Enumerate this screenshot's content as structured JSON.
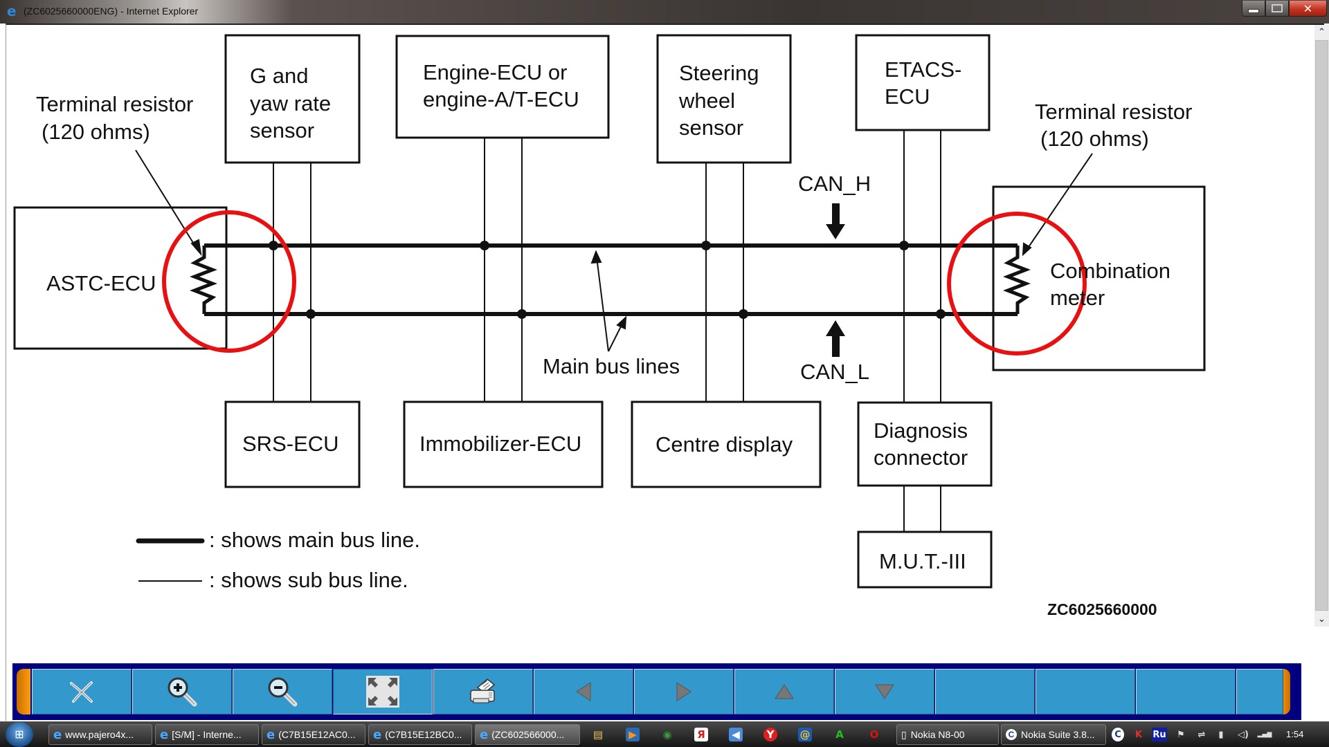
{
  "window": {
    "title": "(ZC6025660000ENG) - Internet Explorer",
    "app_icon": "internet-explorer-icon",
    "controls": {
      "minimize": "minimize-icon",
      "maximize": "maximize-icon",
      "close": "close-icon",
      "close_glyph": "✕"
    }
  },
  "scrollbar": {
    "up_glyph": "⌃",
    "down_glyph": "⌄"
  },
  "diagram": {
    "title_code": "ZC6025660000",
    "nodes": {
      "astc": {
        "label": [
          "ASTC-ECU"
        ]
      },
      "g_yaw": {
        "label": [
          "G and",
          "yaw rate",
          "sensor"
        ]
      },
      "engine": {
        "label": [
          "Engine-ECU or",
          "engine-A/T-ECU"
        ]
      },
      "steering": {
        "label": [
          "Steering",
          "wheel",
          "sensor"
        ]
      },
      "etacs": {
        "label": [
          "ETACS-",
          "ECU"
        ]
      },
      "combination": {
        "label": [
          "Combination",
          "meter"
        ]
      },
      "srs": {
        "label": [
          "SRS-ECU"
        ]
      },
      "immobilizer": {
        "label": [
          "Immobilizer-ECU"
        ]
      },
      "centre_display": {
        "label": [
          "Centre display"
        ]
      },
      "diagnosis": {
        "label": [
          "Diagnosis",
          "connector"
        ]
      },
      "mut": {
        "label": [
          "M.U.T.-III"
        ]
      }
    },
    "annotations": {
      "terminal_left": [
        "Terminal resistor",
        "(120 ohms)"
      ],
      "terminal_right": [
        "Terminal resistor",
        "(120 ohms)"
      ],
      "can_h": "CAN_H",
      "can_l": "CAN_L",
      "main_bus_lines": "Main bus lines"
    },
    "legend": {
      "main": ": shows main bus line.",
      "sub": ": shows sub bus line."
    },
    "highlight_color": "#e81010"
  },
  "toolbar": {
    "buttons": [
      {
        "name": "close-view-button",
        "icon": "x-icon"
      },
      {
        "name": "zoom-in-button",
        "icon": "zoom-in-icon"
      },
      {
        "name": "zoom-out-button",
        "icon": "zoom-out-icon"
      },
      {
        "name": "fit-to-window-button",
        "icon": "fit-window-icon"
      },
      {
        "name": "print-button",
        "icon": "printer-icon"
      },
      {
        "name": "previous-button",
        "icon": "arrow-left-icon"
      },
      {
        "name": "next-button",
        "icon": "arrow-right-icon"
      },
      {
        "name": "scroll-up-button",
        "icon": "arrow-up-icon"
      },
      {
        "name": "scroll-down-button",
        "icon": "arrow-down-icon"
      },
      {
        "name": "blank-button-1",
        "icon": ""
      },
      {
        "name": "blank-button-2",
        "icon": ""
      },
      {
        "name": "blank-button-3",
        "icon": ""
      },
      {
        "name": "blank-button-4",
        "icon": ""
      }
    ],
    "button_color": "#3398cc",
    "bar_color": "#000080",
    "cap_color": "#ff9d10"
  },
  "taskbar": {
    "tasks": [
      {
        "label": "www.pajero4x...",
        "icon": "ie"
      },
      {
        "label": "[S/M] - Interne...",
        "icon": "ie"
      },
      {
        "label": "(C7B15E12AC0...",
        "icon": "ie"
      },
      {
        "label": "(C7B15E12BC0...",
        "icon": "ie"
      },
      {
        "label": "(ZC602566000...",
        "icon": "ie",
        "active": true
      }
    ],
    "ie_glyph": "e",
    "quick_launch": [
      {
        "name": "file-manager-icon",
        "glyph": "▤",
        "color": "#e8c860"
      },
      {
        "name": "media-player-icon",
        "glyph": "▶",
        "color": "#ff9020"
      },
      {
        "name": "chrome-icon",
        "glyph": "◉",
        "color": "#3a9a3a"
      },
      {
        "name": "yandex-icon",
        "glyph": "Я",
        "color": "#d02020"
      },
      {
        "name": "speaker-app-icon",
        "glyph": "◀",
        "color": "#4a8ad8"
      },
      {
        "name": "yandex-browser-icon",
        "glyph": "Y",
        "color": "#e02020"
      },
      {
        "name": "mail-agent-icon",
        "glyph": "@",
        "color": "#f0c020"
      },
      {
        "name": "a-app-icon",
        "glyph": "A",
        "color": "#20c020"
      },
      {
        "name": "opera-icon",
        "glyph": "O",
        "color": "#e01010"
      }
    ],
    "windows": [
      {
        "label": "Nokia N8-00",
        "icon": "phone-icon",
        "glyph": "▯"
      },
      {
        "label": "Nokia Suite 3.8...",
        "icon": "nokia-suite-icon",
        "glyph": "C"
      }
    ],
    "tray": [
      {
        "name": "nokia-suite-tray-icon",
        "glyph": "C"
      },
      {
        "name": "kaspersky-icon",
        "glyph": "K"
      },
      {
        "name": "language-indicator",
        "glyph": "Ru"
      },
      {
        "name": "action-center-flag-icon",
        "glyph": "⚑"
      },
      {
        "name": "usb-device-icon",
        "glyph": "⇌"
      },
      {
        "name": "power-icon",
        "glyph": "▮"
      },
      {
        "name": "volume-icon",
        "glyph": "◁)"
      },
      {
        "name": "signal-icon",
        "glyph": "▂▄▆"
      }
    ],
    "clock": "1:54"
  }
}
